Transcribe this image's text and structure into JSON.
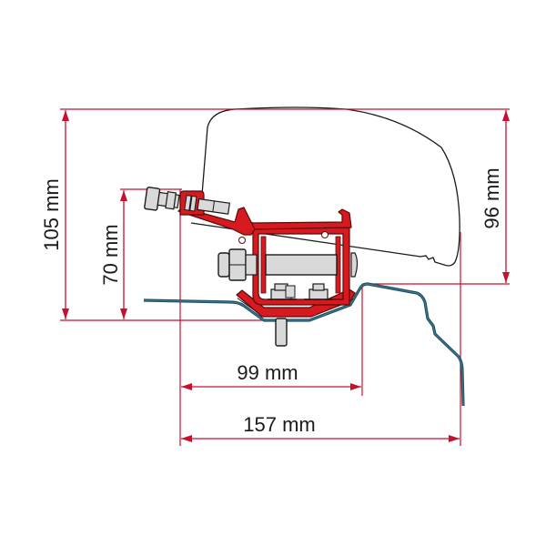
{
  "diagram": {
    "type": "technical-dimension-drawing",
    "subject": "Awning mounting adapter bracket profile",
    "colors": {
      "dimension_line": "#c8102e",
      "bracket": "#d71920",
      "bracket_outline": "#5a0a0a",
      "hardware_fill": "#d9d9d9",
      "hardware_outline": "#1a1a1a",
      "vehicle_roof": "#1f4e63",
      "awning_outline": "#1a1a1a",
      "text": "#1a1a1a"
    },
    "dimensions": {
      "total_height": {
        "label": "105 mm",
        "value": 105,
        "unit": "mm",
        "orientation": "vertical"
      },
      "bracket_height": {
        "label": "70 mm",
        "value": 70,
        "unit": "mm",
        "orientation": "vertical"
      },
      "awning_height": {
        "label": "96 mm",
        "value": 96,
        "unit": "mm",
        "orientation": "vertical"
      },
      "inner_width": {
        "label": "99 mm",
        "value": 99,
        "unit": "mm",
        "orientation": "horizontal"
      },
      "total_width": {
        "label": "157 mm",
        "value": 157,
        "unit": "mm",
        "orientation": "horizontal"
      }
    },
    "components": [
      {
        "name": "awning-housing",
        "label": "Awning case (outline)"
      },
      {
        "name": "mounting-bracket",
        "label": "Red adapter bracket"
      },
      {
        "name": "through-bolt",
        "label": "Horizontal bolt with nut"
      },
      {
        "name": "clamp-screw",
        "label": "Angled clamp screw"
      },
      {
        "name": "base-nuts",
        "label": "Two base nuts"
      },
      {
        "name": "roof-stud",
        "label": "Roof stud"
      },
      {
        "name": "vehicle-roof-profile",
        "label": "Vehicle roof sheet profile"
      }
    ]
  }
}
